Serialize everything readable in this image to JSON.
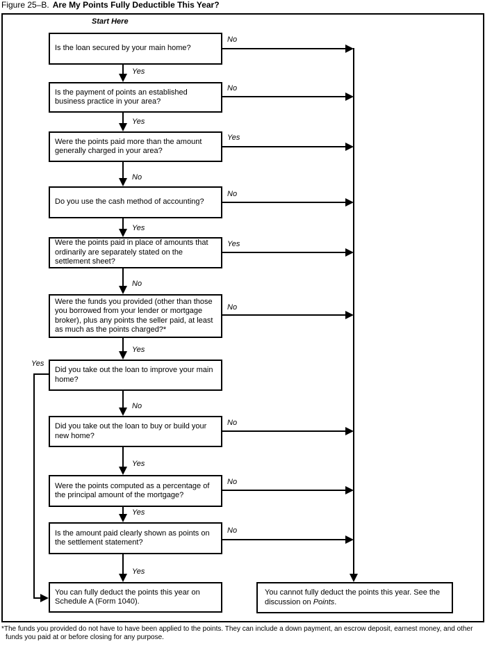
{
  "title": {
    "prefix": "Figure 25–B.",
    "main": "Are My Points Fully Deductible This Year?"
  },
  "start_label": "Start Here",
  "boxes": {
    "q1": "Is the loan secured by your main home?",
    "q2": "Is the payment of points an established business practice in your area?",
    "q3": "Were the points paid more than the amount generally charged in your area?",
    "q4": "Do you use the cash method of accounting?",
    "q5": "Were the points paid in place of amounts that ordinarily are separately stated on the settlement sheet?",
    "q6": "Were the funds you provided (other than those you borrowed from your lender or mortgage broker), plus any points the seller paid, at least as much as the points charged?*",
    "q7": "Did you take out the loan to improve your main home?",
    "q8": "Did you take out the loan to buy or build your new home?",
    "q9": "Were the points computed as a percentage of the principal amount of the mortgage?",
    "q10": "Is the amount paid clearly shown as points on the settlement statement?",
    "result_yes": "You can fully deduct the points this year on Schedule A (Form 1040).",
    "result_no_pre": "You cannot fully deduct the points this year. See the discussion on ",
    "result_no_italic": "Points",
    "result_no_post": "."
  },
  "labels": {
    "q1_down": "Yes",
    "q1_side": "No",
    "q2_down": "Yes",
    "q2_side": "No",
    "q3_down": "No",
    "q3_side": "Yes",
    "q4_down": "Yes",
    "q4_side": "No",
    "q5_down": "No",
    "q5_side": "Yes",
    "q6_down": "Yes",
    "q6_side": "No",
    "q7_down": "No",
    "q7_side": "Yes",
    "q8_down": "Yes",
    "q8_side": "No",
    "q9_down": "Yes",
    "q9_side": "No",
    "q10_down": "Yes",
    "q10_side": "No"
  },
  "footnote": {
    "line1": "*The funds you provided do not have to have been applied to the points. They can include a down payment, an escrow deposit, earnest money, and other",
    "line2": "funds you paid at or before closing for any purpose."
  }
}
